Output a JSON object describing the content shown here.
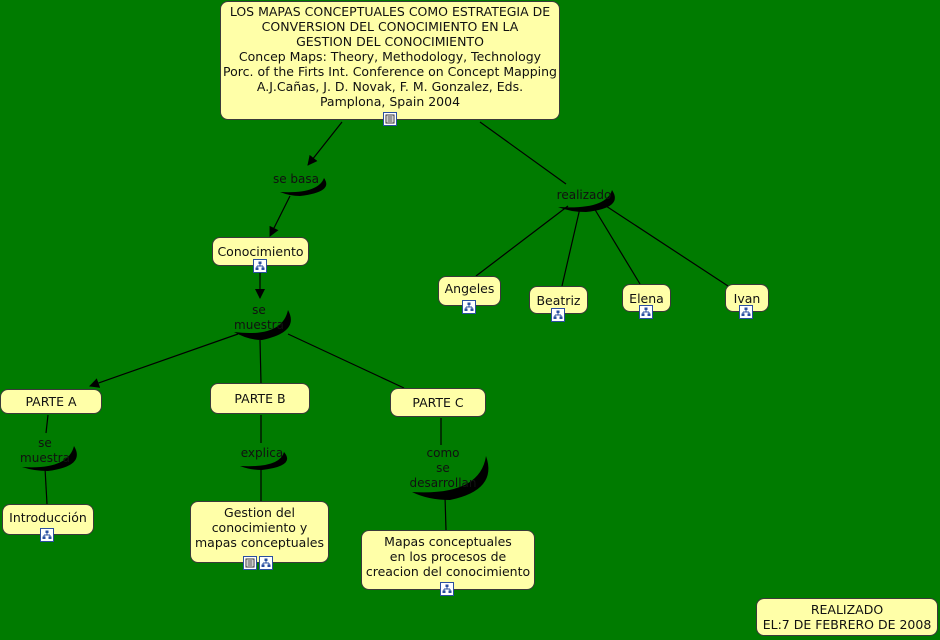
{
  "concepts": {
    "title": "LOS MAPAS CONCEPTUALES COMO ESTRATEGIA DE\nCONVERSION DEL CONOCIMIENTO EN LA\nGESTION DEL CONOCIMIENTO\nConcep Maps: Theory, Methodology, Technology\nPorc. of the Firts Int. Conference on Concept Mapping\nA.J.Cañas, J. D. Novak, F. M. Gonzalez, Eds.\nPamplona, Spain 2004",
    "conocimiento": "Conocimiento",
    "parte_a": "PARTE A",
    "parte_b": "PARTE B",
    "parte_c": "PARTE C",
    "introduccion": "Introducción",
    "gestion": "Gestion del\nconocimiento y\nmapas conceptuales",
    "mapas": "Mapas conceptuales\nen los procesos de\ncreacion del conocimiento",
    "angeles": "Angeles",
    "beatriz": "Beatriz",
    "elena": "Elena",
    "ivan": "Ivan",
    "realizado_fecha": "REALIZADO\nEL:7 DE FEBRERO DE 2008"
  },
  "links": {
    "se_basa": "se basa",
    "se_muestra": "se\nmuestra",
    "se_muestra_a": "se\nmuestra",
    "explica": "explica",
    "como_se_desarrollan": "como\nse\ndesarrollan",
    "realizado": "realizado"
  },
  "icon_types": {
    "document": "document-icon",
    "concept_map": "concept-map-icon"
  },
  "colors": {
    "background": "#007b00",
    "concept_fill": "#ffffa8",
    "text": "#111111"
  }
}
